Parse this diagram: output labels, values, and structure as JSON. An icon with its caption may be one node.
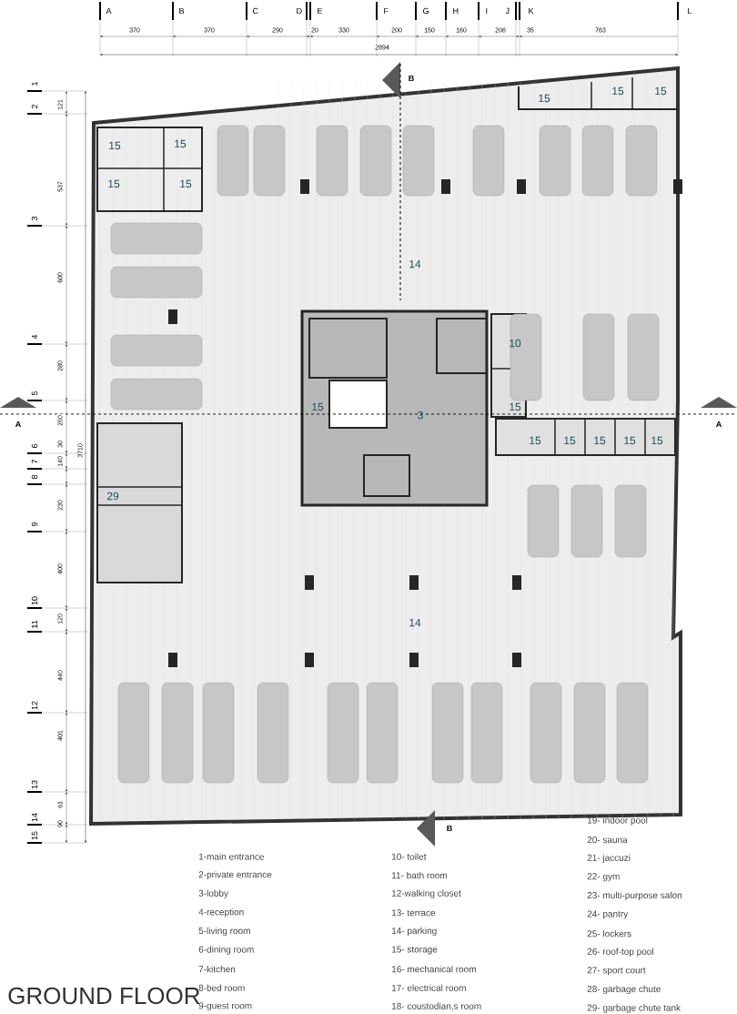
{
  "diagram": {
    "title": "GROUND FLOOR",
    "labels": [
      "A",
      "B",
      "C",
      "D",
      "E",
      "F",
      "G",
      "H",
      "I",
      "J",
      "K",
      "L",
      "370",
      "370",
      "290",
      "20",
      "330",
      "200",
      "150",
      "160",
      "206",
      "35",
      "763",
      "2894",
      "B",
      "1",
      "2",
      "3",
      "4",
      "5",
      "6",
      "7",
      "8",
      "9",
      "10",
      "11",
      "12",
      "13",
      "14",
      "15",
      "121",
      "537",
      "600",
      "280",
      "260",
      "30",
      "140",
      "230",
      "400",
      "120",
      "440",
      "401",
      "61",
      "90",
      "3710",
      "A",
      "A",
      "15",
      "15",
      "15",
      "15",
      "15",
      "15",
      "15",
      "14",
      "10",
      "3",
      "15",
      "15",
      "15",
      "15",
      "15",
      "15",
      "15",
      "29",
      "14",
      "B",
      "1-main entrance",
      "2-private entrance",
      "3-lobby",
      "4-reception",
      "5-living room",
      "6-dining room",
      "7-kitchen",
      "8-bed room",
      "9-guest room",
      "10- toilet",
      "11- bath room",
      "12-walking closet",
      "13- terrace",
      "14- parking",
      "15- storage",
      "16- mechanical room",
      "17- electrical room",
      "18- coustodian,s room",
      "19- indoor pool",
      "20- sauna",
      "21- jaccuzi",
      "22- gym",
      "23- multi-purpose salon",
      "24- pantry",
      "25- lockers",
      "26- roof-top pool",
      "27- sport court",
      "28- garbage chute",
      "29- garbage chute tank"
    ]
  }
}
